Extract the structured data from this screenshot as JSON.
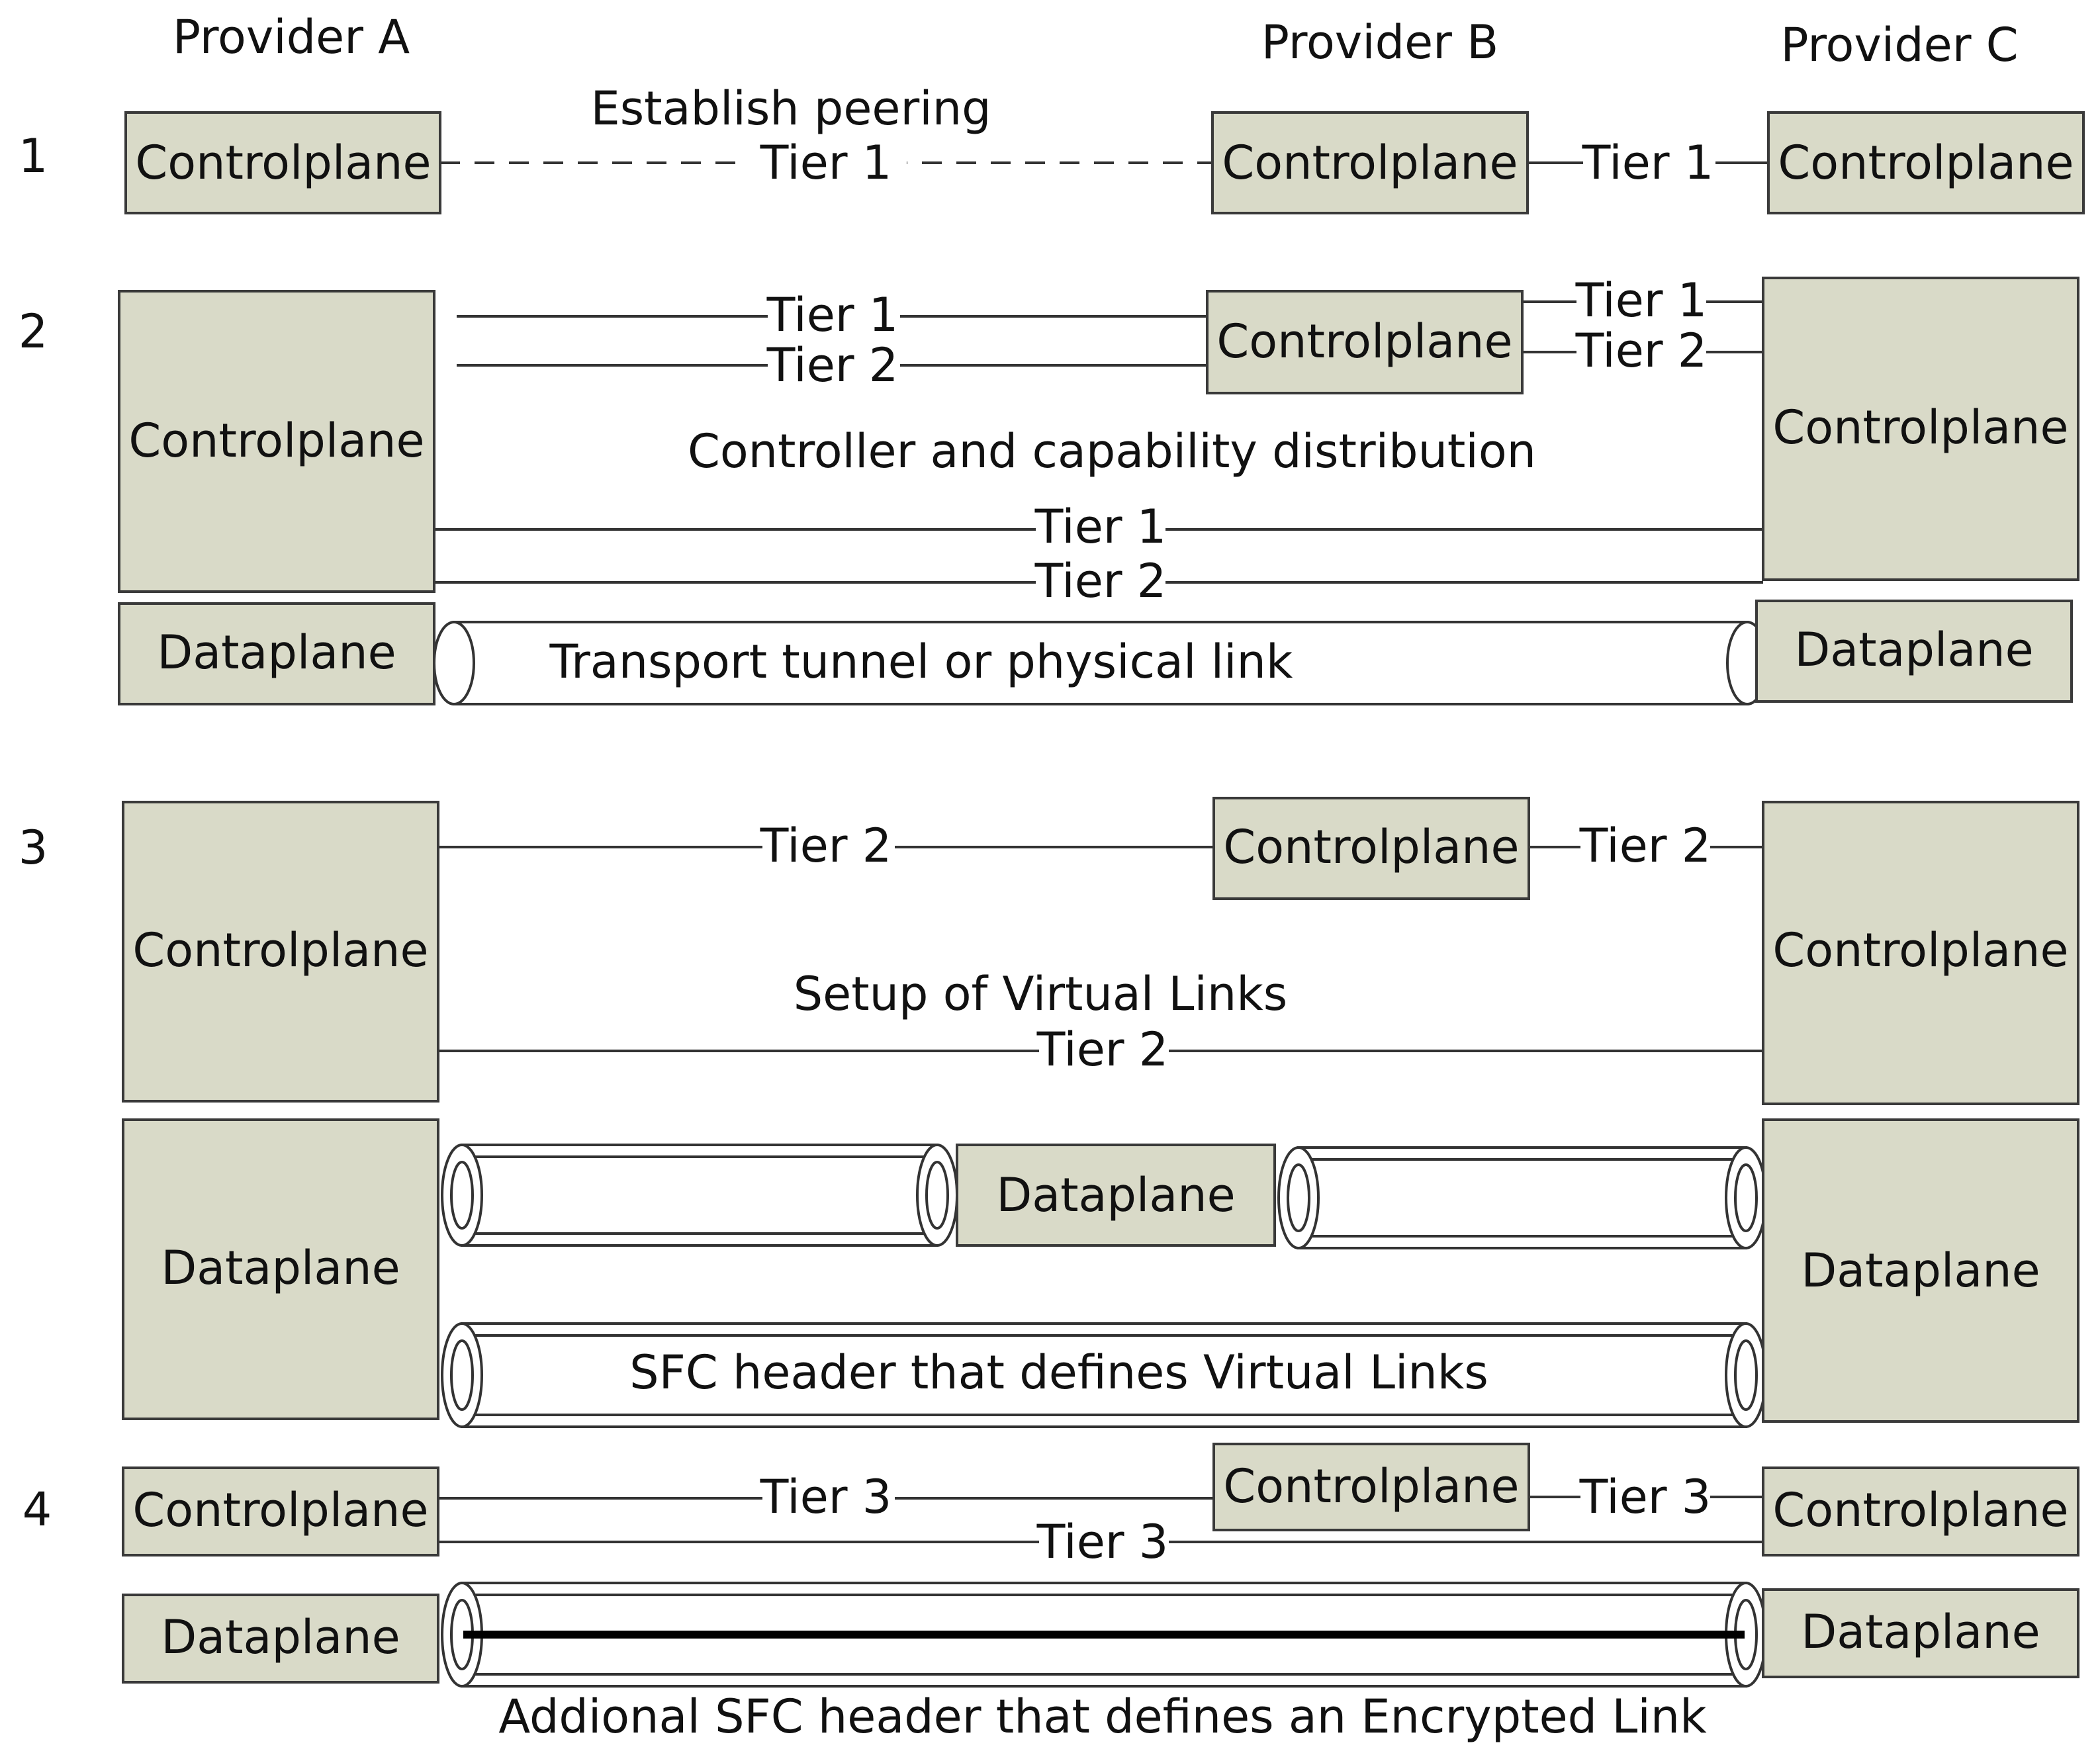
{
  "providers": {
    "a": "Provider A",
    "b": "Provider B",
    "c": "Provider C"
  },
  "steps": {
    "s1": "1",
    "s2": "2",
    "s3": "3",
    "s4": "4"
  },
  "boxes": {
    "controlplane": "Controlplane",
    "dataplane": "Dataplane"
  },
  "links": {
    "tier1": "Tier 1",
    "tier2": "Tier 2",
    "tier3": "Tier 3"
  },
  "captions": {
    "establish_peering": "Establish peering",
    "controller_distribution": "Controller and capability distribution",
    "transport_tunnel": "Transport tunnel or physical link",
    "setup_virtual_links": "Setup of Virtual Links",
    "sfc_header": "SFC header that defines Virtual Links",
    "encrypted_link": "Addional SFC header that defines an Encrypted Link"
  },
  "colors": {
    "box_fill": "#d9dac8",
    "box_stroke": "#3a3a3a",
    "line": "#333333"
  }
}
